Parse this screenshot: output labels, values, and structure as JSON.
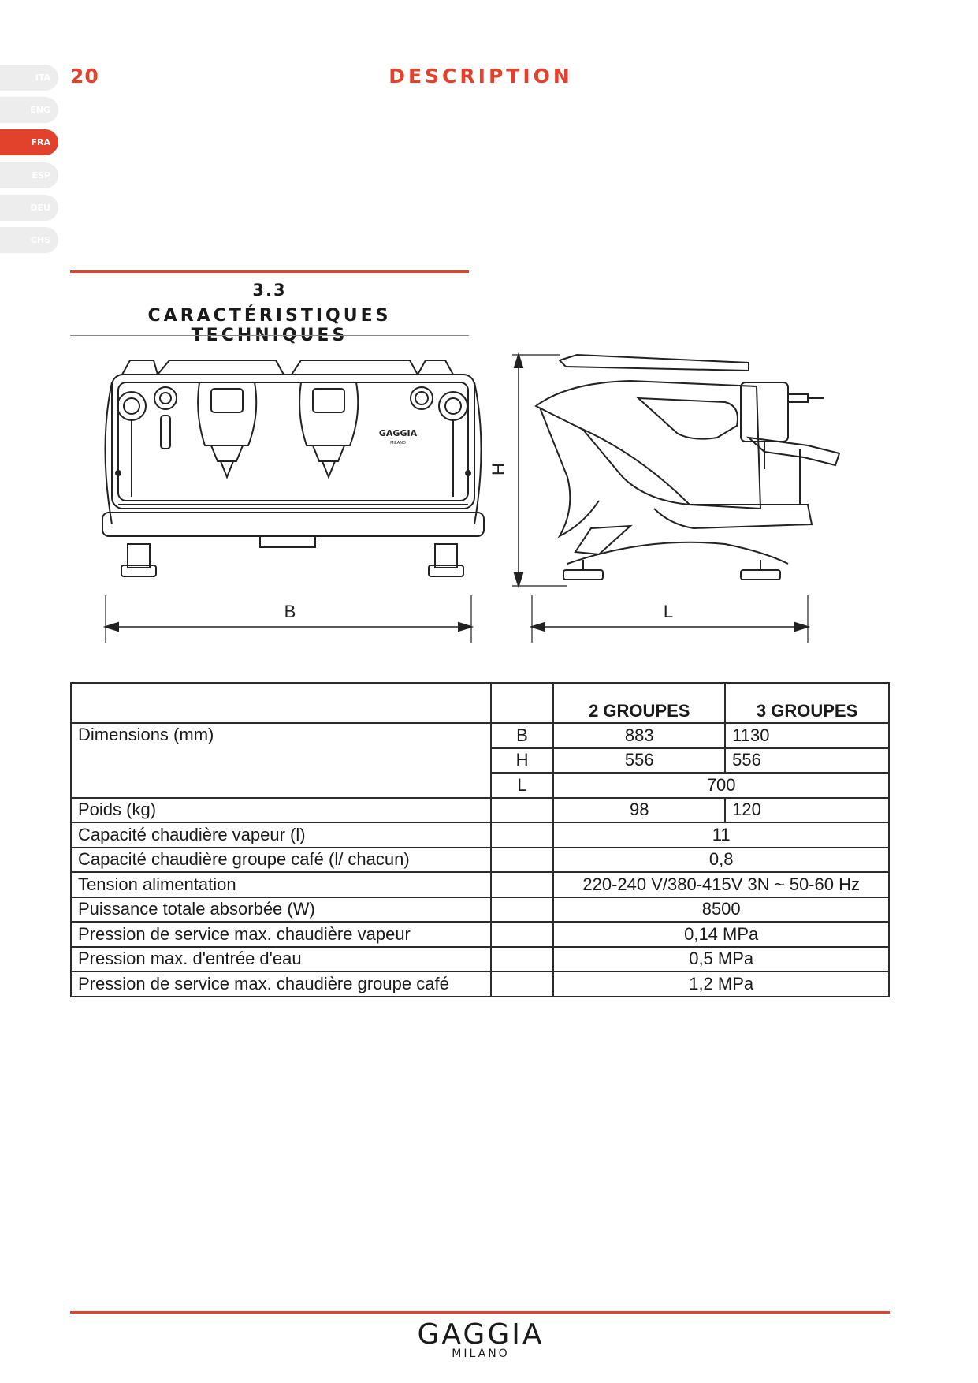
{
  "header": {
    "page_number": "20",
    "title": "DESCRIPTION",
    "languages": [
      {
        "code": "ITA",
        "active": false
      },
      {
        "code": "ENG",
        "active": false
      },
      {
        "code": "FRA",
        "active": true
      },
      {
        "code": "ESP",
        "active": false
      },
      {
        "code": "DEU",
        "active": false
      },
      {
        "code": "CHS",
        "active": false
      }
    ]
  },
  "section": {
    "number": "3.3",
    "title": "CARACTÉRISTIQUES TECHNIQUES"
  },
  "drawing": {
    "label_b": "B",
    "label_h": "H",
    "label_l": "L",
    "badge_brand": "GAGGIA",
    "badge_sub": "MILANO"
  },
  "table": {
    "col_2": "2 GROUPES",
    "col_3": "3 GROUPES",
    "dimensions_label": "Dimensions (mm)",
    "dim_b_sym": "B",
    "dim_b_2": "883",
    "dim_b_3": "1130",
    "dim_h_sym": "H",
    "dim_h_2": "556",
    "dim_h_3": "556",
    "dim_l_sym": "L",
    "dim_l_all": "700",
    "weight_label": "Poids (kg)",
    "weight_2": "98",
    "weight_3": "120",
    "steam_cap_label": "Capacité chaudière vapeur (l)",
    "steam_cap": "11",
    "coffee_cap_label": "Capacité chaudière groupe café (l/ chacun)",
    "coffee_cap": "0,8",
    "voltage_label": "Tension alimentation",
    "voltage": "220-240 V/380-415V 3N ~ 50-60 Hz",
    "power_label": "Puissance totale absorbée (W)",
    "power": "8500",
    "steam_press_label": "Pression de service max. chaudière vapeur",
    "steam_press": "0,14 MPa",
    "water_press_label": "Pression max. d'entrée d'eau",
    "water_press": "0,5 MPa",
    "coffee_press_label": "Pression de service max. chaudière groupe café",
    "coffee_press": "1,2 MPa"
  },
  "footer": {
    "brand": "GAGGIA",
    "brand_sub": "MILANO"
  }
}
